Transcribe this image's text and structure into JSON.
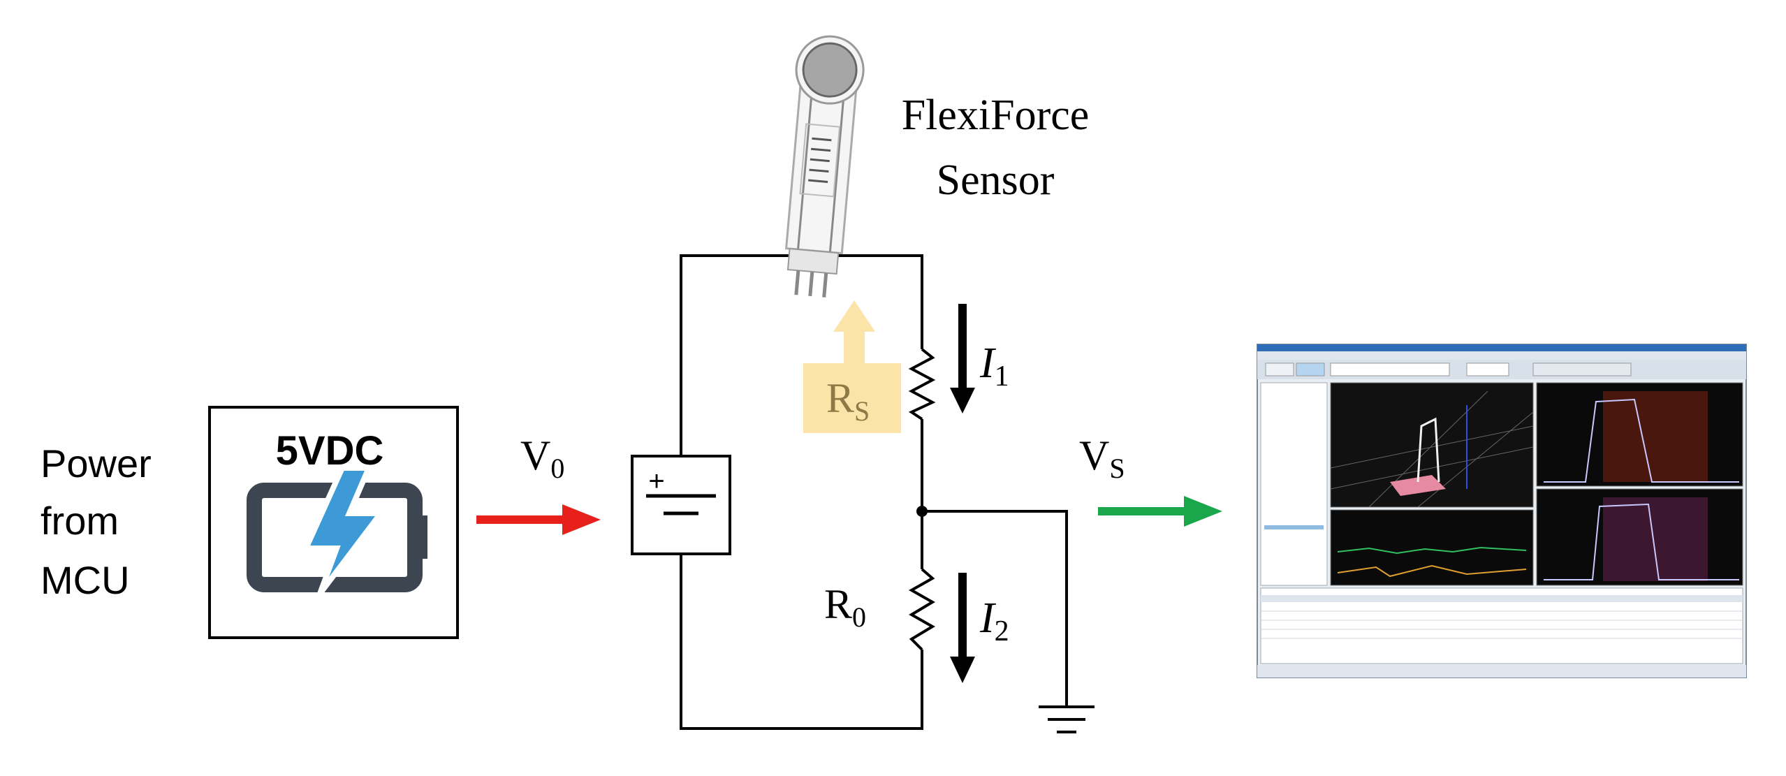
{
  "power": {
    "lines": [
      "Power",
      "from",
      "MCU"
    ],
    "battery_label": "5VDC"
  },
  "signals": {
    "v0_main": "V",
    "v0_sub": "0",
    "vs_main": "V",
    "vs_sub": "S"
  },
  "sensor": {
    "title_line1": "FlexiForce",
    "title_line2": "Sensor",
    "rs_main": "R",
    "rs_sub": "S"
  },
  "circuit": {
    "r0_main": "R",
    "r0_sub": "0",
    "i1_main": "I",
    "i1_sub": "1",
    "i2_main": "I",
    "i2_sub": "2",
    "battery_plus": "+"
  },
  "colors": {
    "v0_arrow": "#e8201c",
    "vs_arrow": "#1aa64a",
    "battery_label": "#5a8a36",
    "lightning": "#3d9ad6",
    "battery_outline": "#3d4550",
    "rs_highlight": "#fce3a8",
    "rs_text": "#8f7a47"
  }
}
